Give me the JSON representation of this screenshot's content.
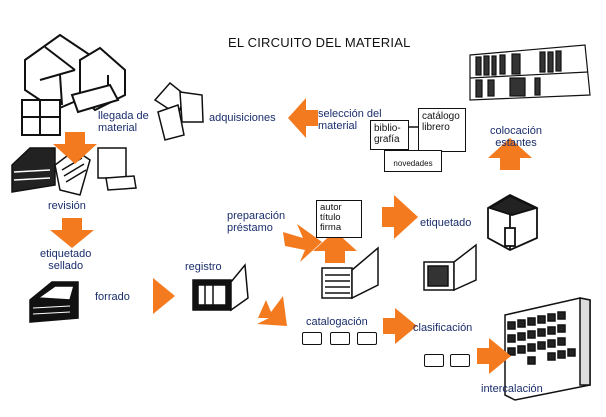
{
  "title": "EL CIRCUITO DEL MATERIAL",
  "accent_color": "#f47a20",
  "text_color": "#1a2d6b",
  "steps": {
    "llegada": [
      "llegada de",
      "material"
    ],
    "adquisiciones": "adquisiciones",
    "seleccion": [
      "selección del",
      "material"
    ],
    "colocacion": [
      "colocación",
      "estantes"
    ],
    "revision": "revisión",
    "etiquetado_sellado": [
      "etiquetado",
      "sellado"
    ],
    "forrado": "forrado",
    "registro": "registro",
    "preparacion": [
      "preparación",
      "préstamo"
    ],
    "etiquetado": "etiquetado",
    "catalogacion": "catalogación",
    "clasificacion": "clasificación",
    "intercalacion": "intercalación"
  },
  "sources": {
    "bibliografia": [
      "biblio-",
      "grafía"
    ],
    "catalogo": [
      "catálogo",
      "librero"
    ],
    "novedades": "novedades"
  },
  "card": [
    "autor",
    "título",
    "firma"
  ],
  "icons": [
    "boxes-icon",
    "papers-icon",
    "books-stack-icon",
    "open-book-icon",
    "bookshelf-icon",
    "register-book-icon",
    "card-catalog-cabinet-icon",
    "arrow-icon"
  ]
}
